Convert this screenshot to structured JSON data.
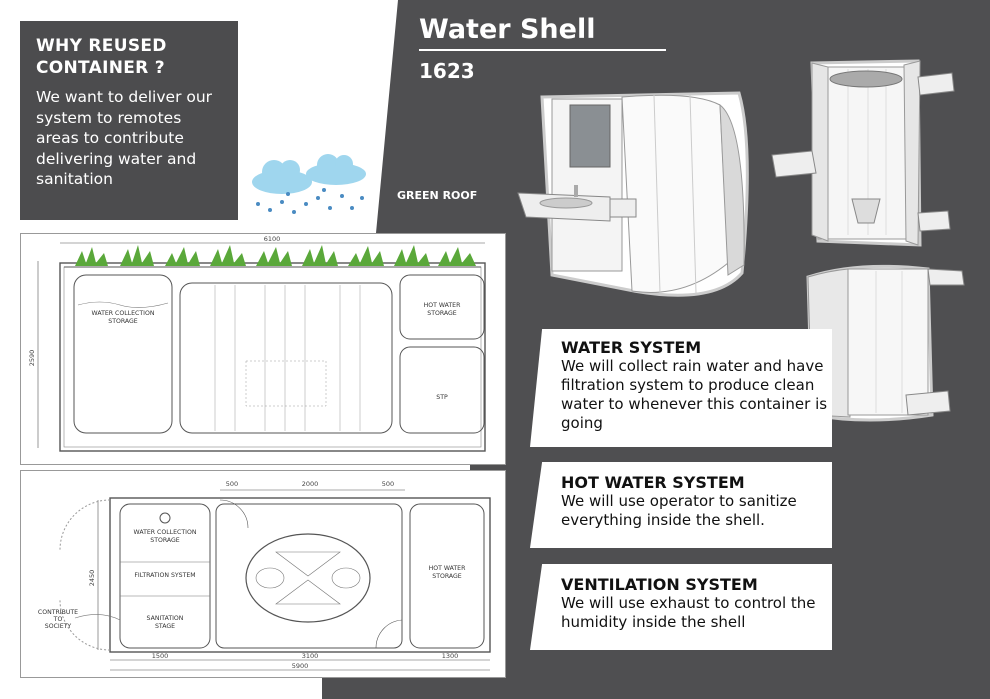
{
  "header": {
    "title": "Water Shell",
    "number": "1623"
  },
  "why_reused": {
    "title_line1": "WHY REUSED",
    "title_line2": "CONTAINER ?",
    "text": "We want to deliver our system to remotes areas to contribute delivering water and sanitation"
  },
  "green_roof_label": "GREEN ROOF",
  "systems": [
    {
      "title": "WATER SYSTEM",
      "text": "We will collect rain water and have filtration system to produce clean water to whenever this container is going"
    },
    {
      "title": "HOT WATER SYSTEM",
      "text": "We will use operator to sanitize everything inside the shell."
    },
    {
      "title": "VENTILATION SYSTEM",
      "text": "We will use exhaust to control the humidity inside the shell"
    }
  ],
  "section": {
    "width_dim": "6100",
    "height_dim": "2590",
    "water_collection_l1": "WATER COLLECTION",
    "water_collection_l2": "STORAGE",
    "hot_water_l1": "HOT WATER",
    "hot_water_l2": "STORAGE",
    "stp": "STP"
  },
  "plan": {
    "dim_500a": "500",
    "dim_2000": "2000",
    "dim_500b": "500",
    "dim_2450": "2450",
    "dim_1500": "1500",
    "dim_3100": "3100",
    "dim_1300": "1300",
    "dim_5900": "5900",
    "water_collection_l1": "WATER COLLECTION",
    "water_collection_l2": "STORAGE",
    "filtration": "FILTRATION SYSTEM",
    "sanitation_l1": "SANITATION",
    "sanitation_l2": "STAGE",
    "hot_water_l1": "HOT WATER",
    "hot_water_l2": "STORAGE",
    "contribute_l1": "CONTRIBUTE",
    "contribute_l2": "TO",
    "contribute_l3": "SOCIETY"
  },
  "colors": {
    "dark": "#4f4f51",
    "box": "#4c4c4e",
    "grass": "#5aa83a",
    "cloud": "#9fd6ee",
    "rain": "#4a8bc2"
  }
}
